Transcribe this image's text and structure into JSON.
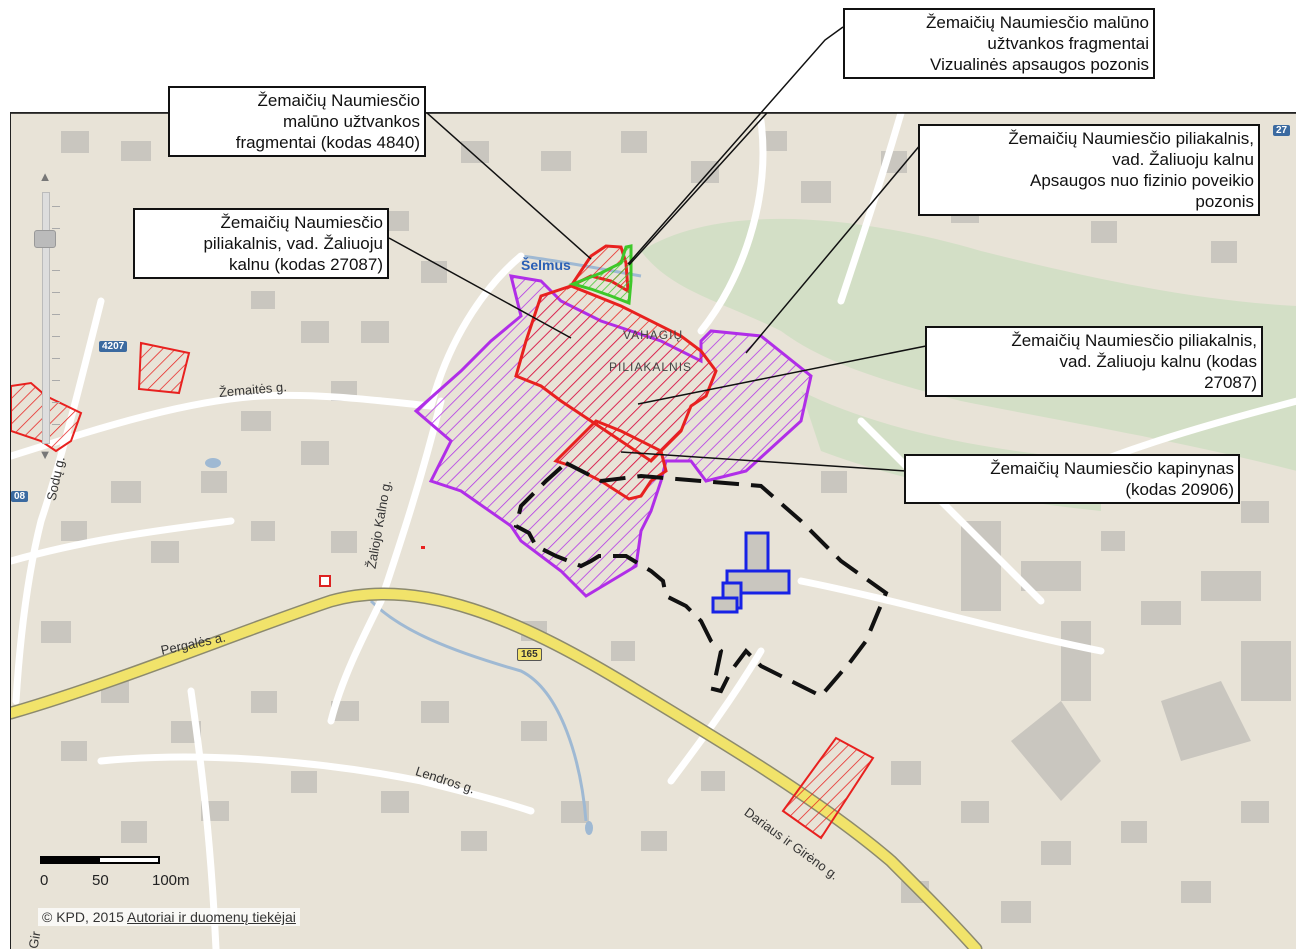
{
  "callouts": {
    "mill_visual": [
      "Žemaičių Naumiesčio malūno",
      "užtvankos fragmentai",
      "Vizualinės apsaugos pozonis"
    ],
    "mill_code": [
      "Žemaičių Naumiesčio",
      "malūno užtvankos",
      "fragmentai (kodas 4840)"
    ],
    "hill_protection": [
      "Žemaičių Naumiesčio piliakalnis,",
      "vad. Žaliuoju kalnu",
      "Apsaugos nuo fizinio poveikio",
      "pozonis"
    ],
    "hill_code_left": [
      "Žemaičių Naumiesčio",
      "piliakalnis, vad. Žaliuoju",
      "kalnu (kodas 27087)"
    ],
    "hill_code_right": [
      "Žemaičių Naumiesčio piliakalnis,",
      "vad. Žaliuoju kalnu (kodas",
      "27087)"
    ],
    "cemetery": [
      "Žemaičių Naumiesčio kapinynas",
      "(kodas 20906)"
    ]
  },
  "map_labels": {
    "river": "Šelmus",
    "place_line1": "VAHAGIŲ",
    "place_line2": "PILIAKALNIS",
    "street_zemaites": "Žemaitės g.",
    "street_sodu": "Sodų g.",
    "street_zaliojo": "Žaliojo Kalno g.",
    "street_pergales": "Pergalės a.",
    "street_lendros": "Lendros g.",
    "street_dariaus": "Dariaus ir Girėno g.",
    "route_4207": "4207",
    "route_165": "165",
    "route_08": "08",
    "route_27": "27",
    "edge_text": "Gir"
  },
  "scale_bar": {
    "labels": [
      "0",
      "50",
      "100m"
    ]
  },
  "zoom": {
    "plus": "▲",
    "minus": "▼"
  },
  "copyright": {
    "text": "© KPD, 2015",
    "link": "Autoriai ir duomenų tiekėjai"
  },
  "colors": {
    "map_bg": "#e8e3d7",
    "green_area": "#d3dfc6",
    "building": "#c9c6bf",
    "road_main": "#f1e36a",
    "road_minor": "#ffffff",
    "river": "#9fb9d3",
    "red_zone": "#e8211f",
    "purple_zone": "#b02ee8",
    "green_zone": "#3ec82a",
    "cemetery_outline": "#111111",
    "blue_buildings": "#1722e6"
  }
}
